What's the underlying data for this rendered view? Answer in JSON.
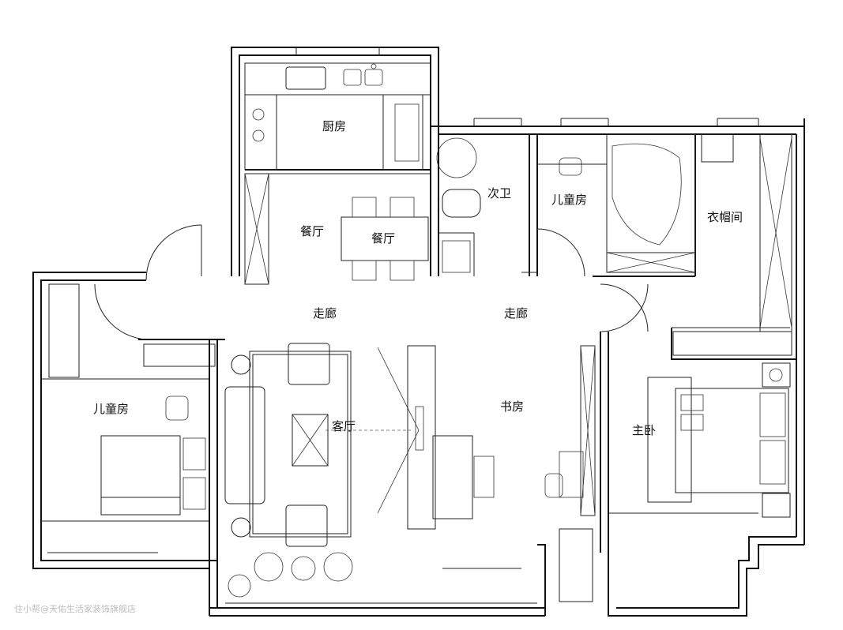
{
  "rooms": {
    "kitchen": {
      "name": "厨房"
    },
    "dining": {
      "name": "餐厅"
    },
    "dining_table": {
      "name": "餐厅"
    },
    "second_bath": {
      "name": "次卫"
    },
    "kids_room_north": {
      "name": "儿童房"
    },
    "cloakroom": {
      "name": "衣帽间"
    },
    "corridor_left": {
      "name": "走廊"
    },
    "corridor_right": {
      "name": "走廊"
    },
    "kids_room_west": {
      "name": "儿童房"
    },
    "living": {
      "name": "客厅"
    },
    "study": {
      "name": "书房"
    },
    "master": {
      "name": "主卧"
    }
  },
  "watermark": "住小帮@天佑生活家装饰旗舰店",
  "colors": {
    "line": "#111111",
    "background": "#ffffff"
  }
}
